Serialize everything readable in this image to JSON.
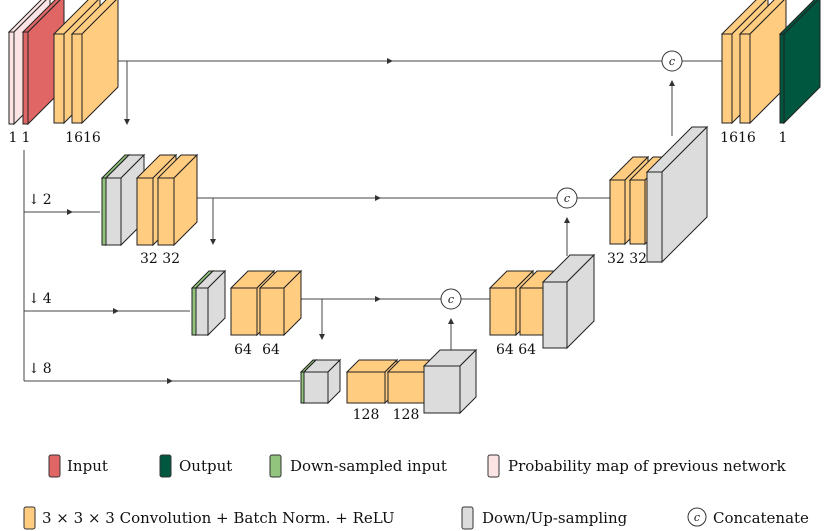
{
  "colors": {
    "input": "#e06666",
    "output": "#00573f",
    "downsampled": "#93c47d",
    "probability": "#fde4e4",
    "conv": "#ffcc80",
    "updown": "#dcdcdc",
    "line": "#333333"
  },
  "scales": [
    {
      "arrow": "↓",
      "factor": "2"
    },
    {
      "arrow": "↓",
      "factor": "4"
    },
    {
      "arrow": "↓",
      "factor": "8"
    }
  ],
  "channels": {
    "input_a": "1",
    "input_b": "1",
    "enc0": "1616",
    "enc1": "32 32",
    "enc2_a": "64",
    "enc2_b": "64",
    "bott_a": "128",
    "bott_b": "128",
    "dec2": "64 64",
    "dec1": "32 32",
    "dec0": "1616",
    "output": "1"
  },
  "concat_symbol": "c",
  "legend": {
    "input": "Input",
    "output": "Output",
    "downsampled": "Down-sampled input",
    "probability": "Probability map of previous network",
    "conv": "3 × 3 × 3 Convolution + Batch Norm. + ReLU",
    "updown": "Down/Up-sampling",
    "concat": "Concatenate"
  }
}
